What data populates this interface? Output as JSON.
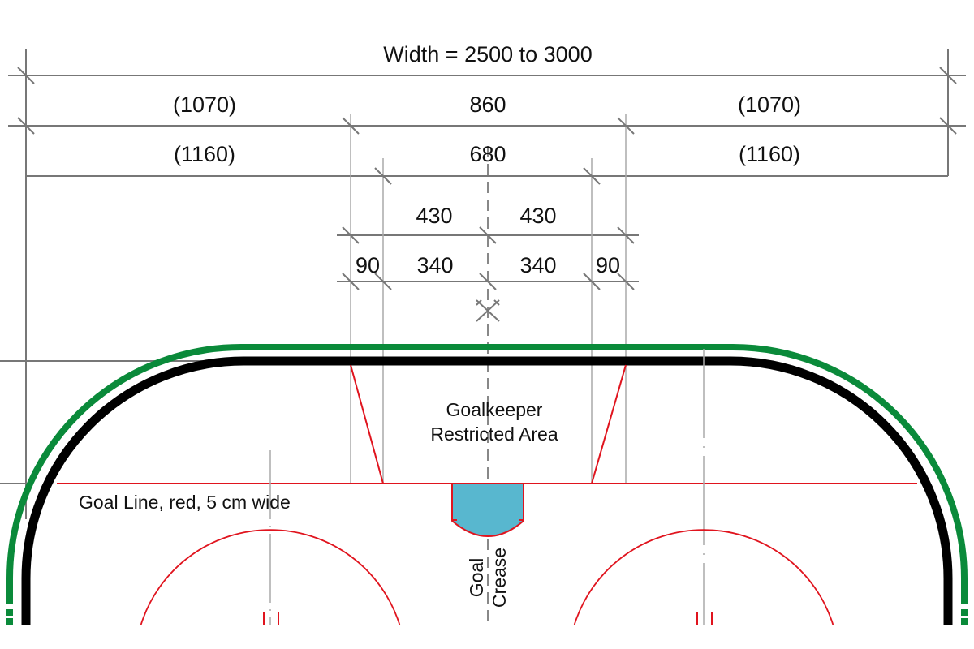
{
  "title": "Width = 2500 to 3000",
  "dimensions": {
    "row1": {
      "left": "(1070)",
      "center": "860",
      "right": "(1070)"
    },
    "row2": {
      "left": "(1160)",
      "center": "680",
      "right": "(1160)"
    },
    "row3": {
      "left": "430",
      "right": "430"
    },
    "row4": {
      "outer_left": "90",
      "left": "340",
      "right": "340",
      "outer_right": "90"
    }
  },
  "labels": {
    "restricted_line1": "Goalkeeper",
    "restricted_line2": "Restricted Area",
    "goal_line": "Goal Line, red, 5 cm wide",
    "crease_line1": "Goal",
    "crease_line2": "Crease"
  },
  "colors": {
    "board": "#000000",
    "outer_line": "#0a8a3a",
    "red_lines": "#e0141e",
    "crease": "#58b7cf",
    "dimension": "#777777"
  }
}
